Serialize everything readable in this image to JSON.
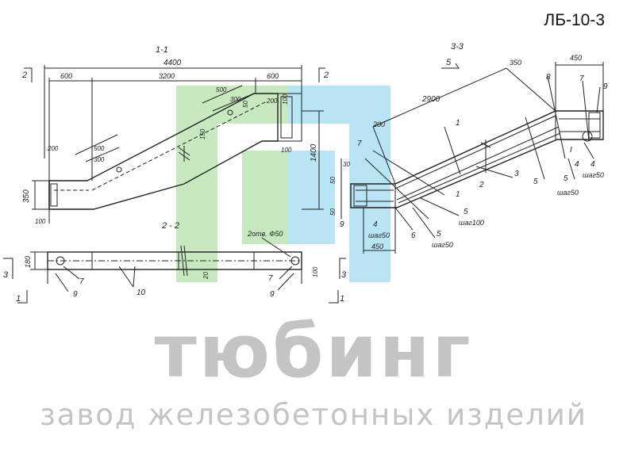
{
  "drawing_code": "ЛБ-10-3",
  "watermark": {
    "brand": "тюбинг",
    "tagline": "завод железобетонных изделий",
    "logo_colors": {
      "green": "#c8e8c0",
      "blue": "#b8e4f4"
    }
  },
  "sections": {
    "s11": "1-1",
    "s22": "2 - 2",
    "s33": "3-3"
  },
  "section_marks": {
    "left2": "2",
    "right2": "2",
    "left3": "3",
    "right3": "3",
    "left1": "1",
    "right1": "1",
    "mark5": "5"
  },
  "dims_1_1": {
    "total": "4400",
    "left": "600",
    "mid": "3200",
    "right": "600",
    "d500a": "500",
    "d300a": "300",
    "d500b": "500",
    "d300b": "300",
    "d200a": "200",
    "d200b": "200",
    "d100a": "100",
    "d100b": "100",
    "d100c": "100",
    "h350": "350",
    "h1400": "1400",
    "d50": "50",
    "d150": "150"
  },
  "dims_2_2": {
    "h180": "180",
    "bars": "2отв. Ф50",
    "d20": "20",
    "d100": "100"
  },
  "dims_3_3": {
    "d350": "350",
    "d450top": "450",
    "d2900": "2900",
    "d200": "200",
    "d30": "30",
    "d50a": "50",
    "d50b": "50",
    "d450bot": "450"
  },
  "positions_3_3": {
    "p1": "1",
    "p2": "2",
    "p3": "3",
    "p4a": "4",
    "p4b": "4",
    "p4c": "4",
    "p5a": "5",
    "p5b": "5",
    "p5c": "5",
    "p5d": "5",
    "p5e": "5",
    "p6": "6",
    "p7a": "7",
    "p7b": "7",
    "p8": "8",
    "p9a": "9",
    "p9b": "9",
    "roman1": "I",
    "step50a": "шаг50",
    "step50b": "шаг50",
    "step50c": "шаг50",
    "step50d": "шаг50",
    "step100": "шаг100"
  },
  "positions_2_2": {
    "p7a": "7",
    "p7b": "7",
    "p9a": "9",
    "p9b": "9",
    "p10": "10"
  }
}
